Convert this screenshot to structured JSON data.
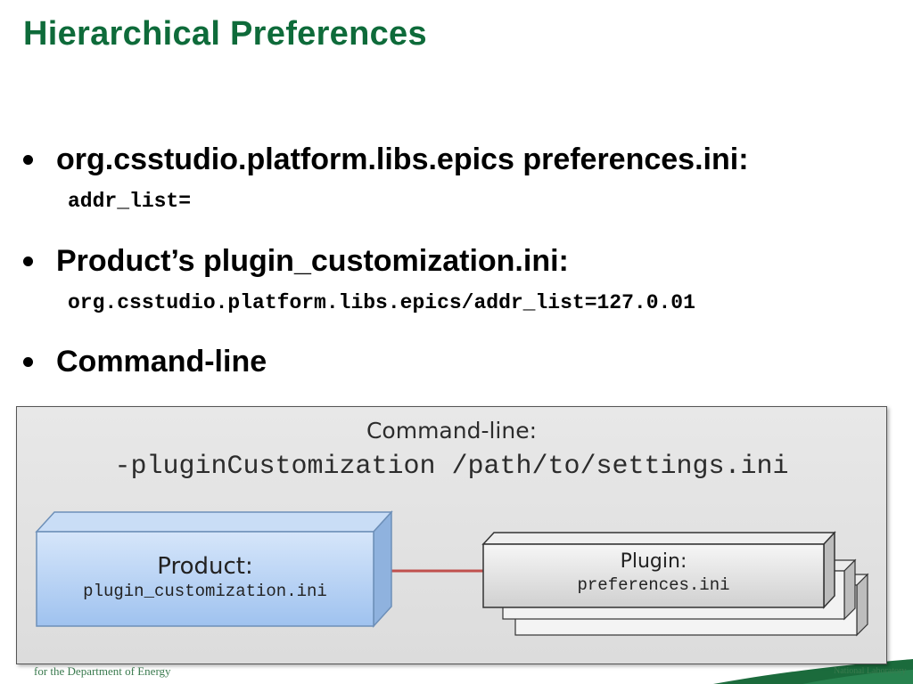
{
  "slide": {
    "title": "Hierarchical Preferences",
    "bullets": [
      {
        "text": "org.csstudio.platform.libs.epics preferences.ini:",
        "code": "addr_list="
      },
      {
        "text": "Product’s plugin_customization.ini:",
        "code": "org.csstudio.platform.libs.epics/addr_list=127.0.01"
      },
      {
        "text": "Command-line",
        "code": ""
      }
    ],
    "footer_left": "for the Department of Energy",
    "footer_right": "National Laboratory"
  },
  "diagram": {
    "header_line1": "Command-line:",
    "header_line2": "-pluginCustomization /path/to/settings.ini",
    "product_box": {
      "title": "Product:",
      "file": "plugin_customization.ini"
    },
    "plugin_box": {
      "title": "Plugin:",
      "file": "preferences.ini"
    },
    "colors": {
      "product_fill": "#aecbf0",
      "plugin_fill": "#e4e4e4",
      "connector": "#c0504d",
      "title": "#0e6b3a"
    }
  }
}
